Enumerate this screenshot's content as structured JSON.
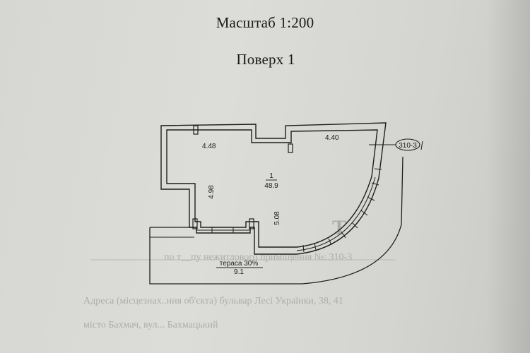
{
  "header": {
    "scale": "Масштаб 1:200",
    "floor": "Поверх 1"
  },
  "plan": {
    "room_number": "1",
    "room_area": "48.9",
    "dim_top_left": "4.48",
    "dim_top_right": "4.40",
    "dim_left": "4.98",
    "dim_right": "5.08",
    "terrace_label": "тераса 30%",
    "terrace_area": "9.1",
    "tag": "310-3"
  },
  "ghost_text": {
    "line1": "по т__пу нежитлового приміщення №: 310-3",
    "line2": "Адреса (місцезнах..ння об'єкта)   бульвар Лесі Українки, 38,  41",
    "line3": "місто Бахмач, вул...   Бахмацький"
  },
  "colors": {
    "wall": "#1e1e1e",
    "paper": "#d8d8d5"
  }
}
